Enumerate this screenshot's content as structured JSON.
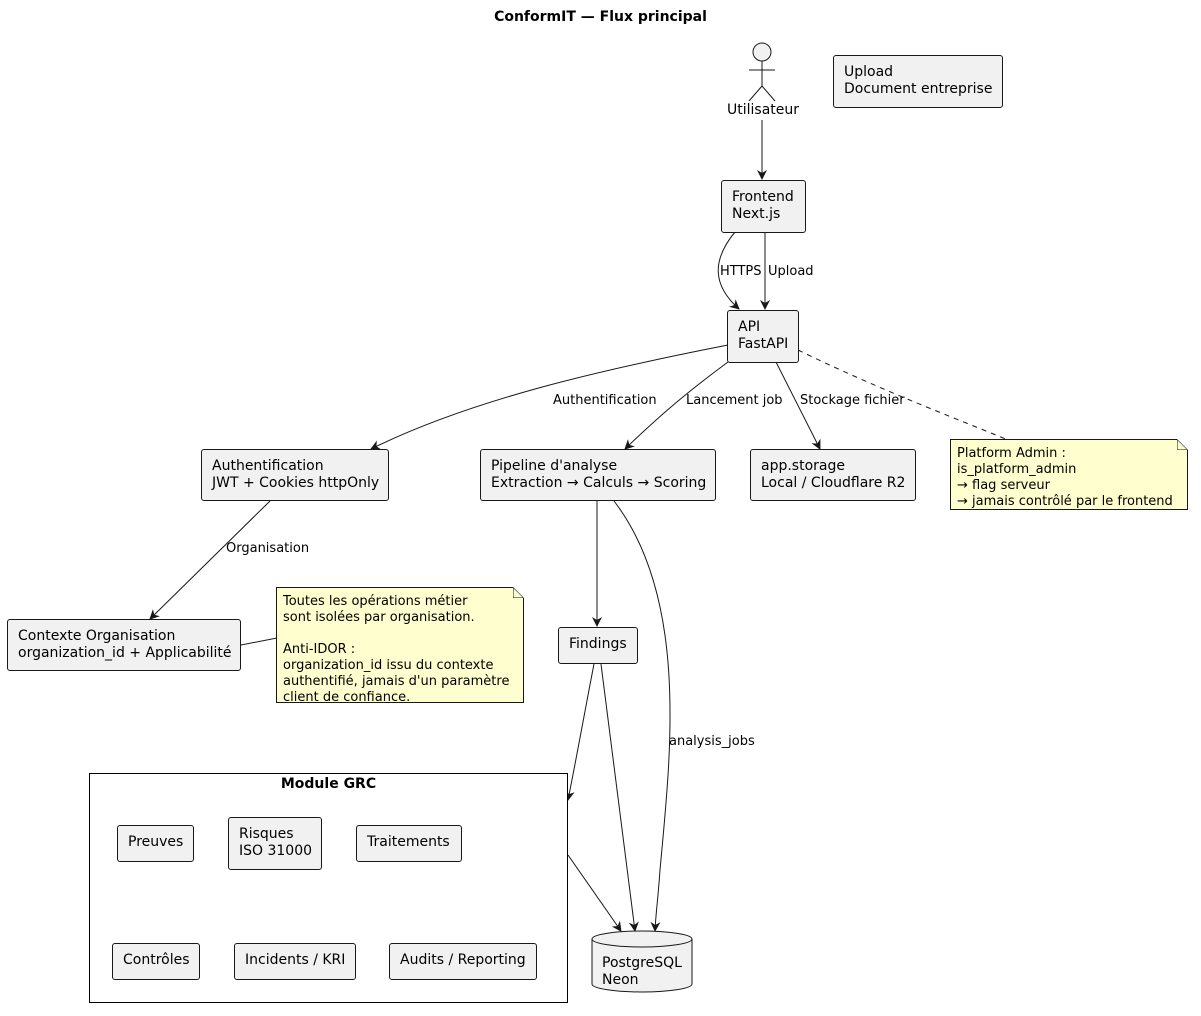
{
  "title": "ConformIT — Flux principal",
  "actor": {
    "label": "Utilisateur"
  },
  "nodes": {
    "upload": [
      "Upload",
      "Document entreprise"
    ],
    "frontend": [
      "Frontend",
      "Next.js"
    ],
    "api": [
      "API",
      "FastAPI"
    ],
    "auth": [
      "Authentification",
      "JWT + Cookies httpOnly"
    ],
    "pipeline": [
      "Pipeline d'analyse",
      "Extraction → Calculs → Scoring"
    ],
    "storage": [
      "app.storage",
      "Local / Cloudflare R2"
    ],
    "context": [
      "Contexte Organisation",
      "organization_id + Applicabilité"
    ],
    "findings": [
      "Findings"
    ],
    "database": [
      "PostgreSQL",
      "Neon"
    ]
  },
  "module": {
    "title": "Module GRC",
    "items": {
      "preuves": [
        "Preuves"
      ],
      "risques": [
        "Risques",
        "ISO 31000"
      ],
      "traitements": [
        "Traitements"
      ],
      "controles": [
        "Contrôles"
      ],
      "incidents": [
        "Incidents / KRI"
      ],
      "audits": [
        "Audits / Reporting"
      ]
    }
  },
  "notes": {
    "platform_admin": [
      "Platform Admin :",
      "is_platform_admin",
      "→ flag serveur",
      "→ jamais contrôlé par le frontend"
    ],
    "organisation": [
      "Toutes les opérations métier",
      "sont isolées par organisation.",
      "",
      "Anti-IDOR :",
      "organization_id issu du contexte",
      "authentifié, jamais d'un paramètre",
      "client de confiance."
    ]
  },
  "edge_labels": {
    "https": "HTTPS",
    "upload": "Upload",
    "authentification": "Authentification",
    "lancement_job": "Lancement job",
    "stockage_fichier": "Stockage fichier",
    "organisation": "Organisation",
    "analysis_jobs": "analysis_jobs"
  }
}
